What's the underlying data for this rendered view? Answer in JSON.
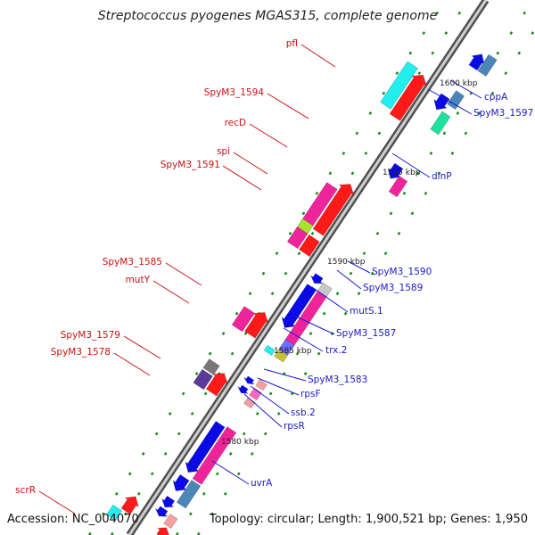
{
  "title": "Streptococcus pyogenes MGAS315, complete genome",
  "footer": {
    "accession": "Accession: NC_004070",
    "topology": "Topology: circular; Length: 1,900,521 bp; Genes: 1,950"
  },
  "kbp_ticks": [
    "1600 kbp",
    "1595 kbp",
    "1590 kbp",
    "1585 kbp",
    "1580 kbp"
  ],
  "left_labels": [
    "pfl",
    "SpyM3_1594",
    "recD",
    "spi",
    "SpyM3_1591",
    "SpyM3_1585",
    "mutY",
    "SpyM3_1579",
    "SpyM3_1578",
    "scrR"
  ],
  "right_labels": [
    "cppA",
    "SpyM3_1597",
    "dinP",
    "SpyM3_1590",
    "SpyM3_1589",
    "mutS.1",
    "SpyM3_1587",
    "trx.2",
    "SpyM3_1583",
    "rpsF",
    "ssb.2",
    "rpsR",
    "uvrA"
  ],
  "colors": {
    "label_left": "#cc1111",
    "label_right": "#1a1acc",
    "red_gene": "#ff1a1a",
    "magenta_gene": "#f0249a",
    "blue_gene": "#0a0ae6",
    "cyan_gene": "#22eeee",
    "teal_gene": "#1fe0a0",
    "green_gene": "#a6e22e",
    "purple_gene": "#5a3a9a",
    "grey_gene": "#777777",
    "pink_gene": "#f5a0a0",
    "ticks": "#1a8a1a"
  }
}
